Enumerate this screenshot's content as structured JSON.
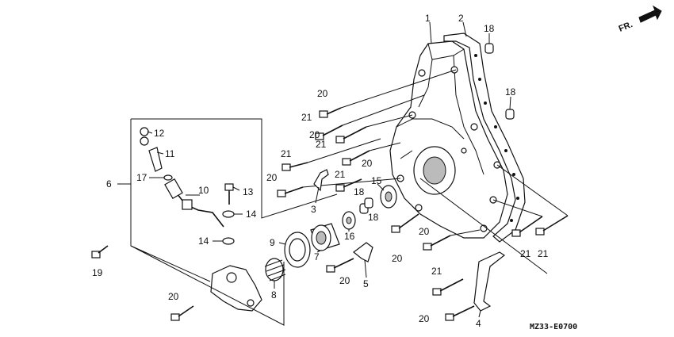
{
  "diagram": {
    "direction_label": "FR.",
    "drawing_code": "MZ33-E0700",
    "colors": {
      "ink": "#111111",
      "background": "#ffffff",
      "shade": "#bbbbbb"
    },
    "callouts": [
      "1",
      "2",
      "18",
      "18",
      "20",
      "21",
      "20",
      "21",
      "21",
      "20",
      "21",
      "20",
      "15",
      "18",
      "18",
      "12",
      "11",
      "17",
      "6",
      "10",
      "13",
      "14",
      "14",
      "3",
      "16",
      "9",
      "7",
      "5",
      "8",
      "20",
      "20",
      "21",
      "21",
      "20",
      "21",
      "4",
      "20",
      "19",
      "20"
    ]
  }
}
